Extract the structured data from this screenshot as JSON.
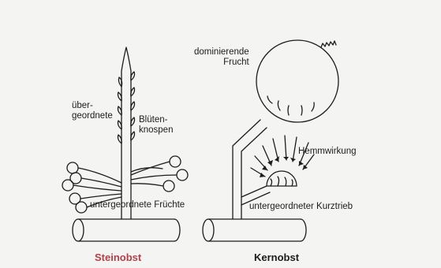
{
  "labels": {
    "uebergeordnete": "über-\ngeordnete",
    "bluetenknospen": "Blüten-\nknospen",
    "untergeordnete_fruechte": "untergeordnete Früchte",
    "dominierende_frucht": "dominierende\nFrucht",
    "hemmwirkung": "Hemmwirkung",
    "untergeordneter_kurztrieb": "untergeordneter Kurztrieb"
  },
  "captions": {
    "steinobst": "Steinobst",
    "kernobst": "Kernobst"
  },
  "colors": {
    "ink": "#1c1c1c",
    "steinobst_caption": "#b0404a",
    "kernobst_caption": "#1c1c1c",
    "background": "#f4f4f2"
  }
}
